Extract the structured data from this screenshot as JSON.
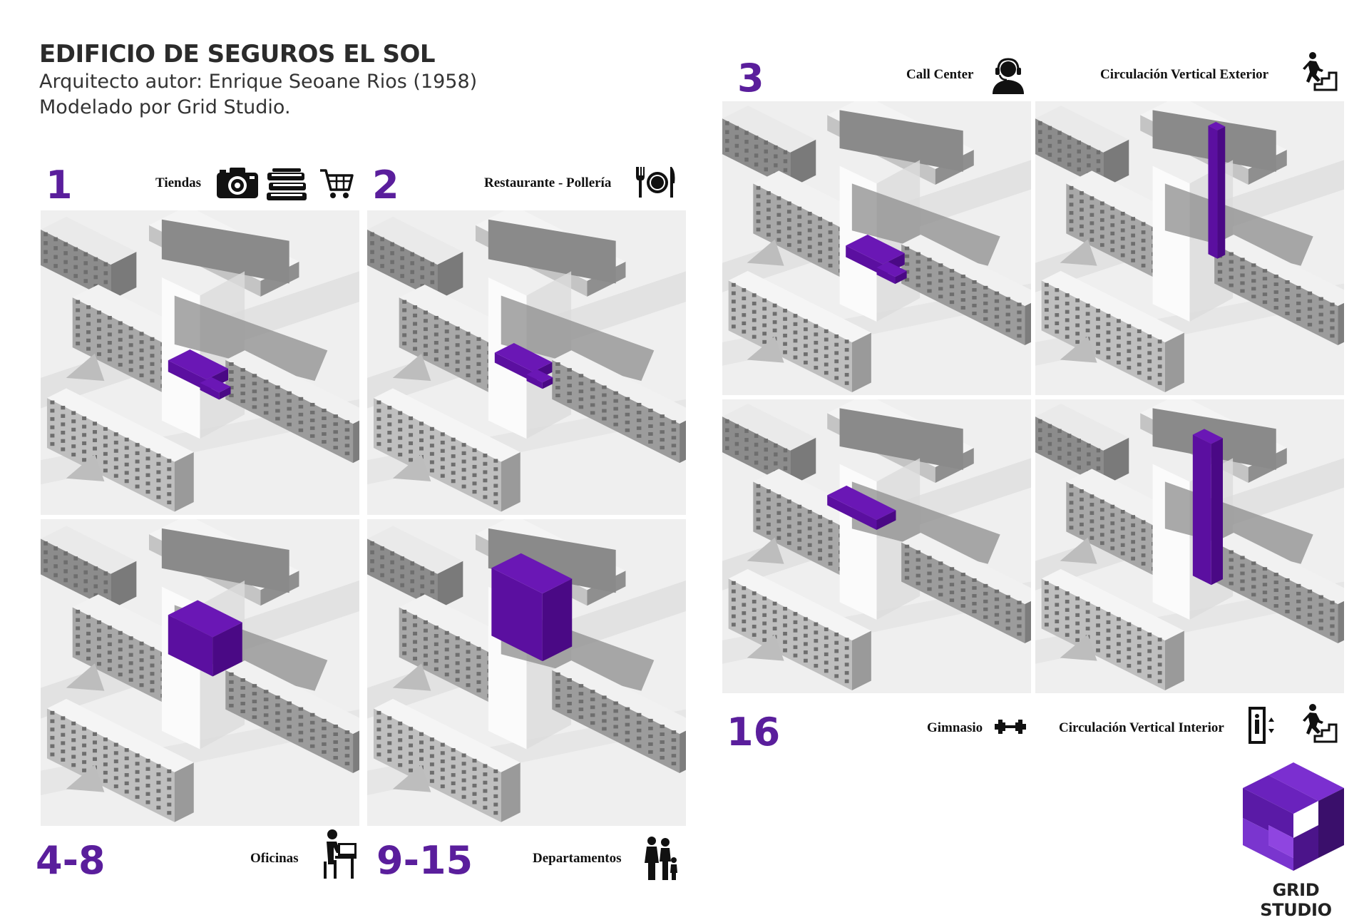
{
  "header": {
    "title": "EDIFICIO DE SEGUROS EL SOL",
    "architect": "Arquitecto autor: Enrique Seoane Rios (1958)",
    "modeled_by": "Modelado por Grid Studio."
  },
  "panels": [
    {
      "floor": "1",
      "labels": [
        "Tiendas"
      ],
      "icons": [
        "camera-icon",
        "books-icon",
        "shopping-cart-icon"
      ]
    },
    {
      "floor": "2",
      "labels": [
        "Restaurante - Pollería"
      ],
      "icons": [
        "fork-plate-knife-icon"
      ]
    },
    {
      "floor": "3",
      "labels": [
        "Call Center",
        "Circulación Vertical Exterior"
      ],
      "icons": [
        "headset-operator-icon",
        "person-climbing-stairs-icon"
      ]
    },
    {
      "floor": "4-8",
      "labels": [
        "Oficinas"
      ],
      "icons": [
        "person-at-desk-icon"
      ]
    },
    {
      "floor": "9-15",
      "labels": [
        "Departamentos"
      ],
      "icons": [
        "family-icon"
      ]
    },
    {
      "floor": "16",
      "labels": [
        "Gimnasio",
        "Circulación Vertical Interior"
      ],
      "icons": [
        "dumbbell-icon",
        "elevator-icon",
        "person-climbing-stairs-icon"
      ]
    }
  ],
  "logo": {
    "text": "GRID STUDIO",
    "icon": "grid-studio-cube-icon"
  },
  "colors": {
    "accent": "#5a1e9c",
    "highlight": "#5b0fa0",
    "background": "#ffffff",
    "model_gray": "#9a9a9a"
  }
}
